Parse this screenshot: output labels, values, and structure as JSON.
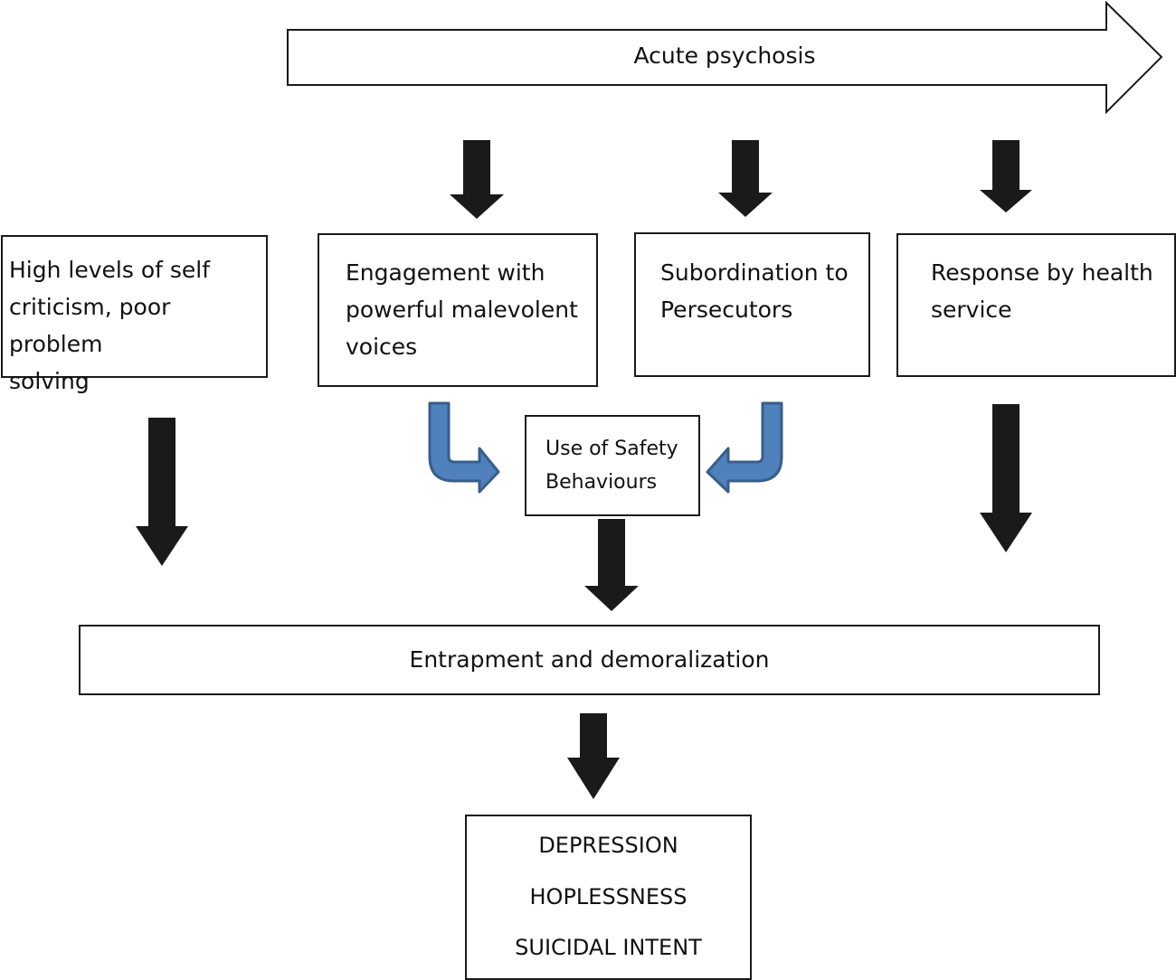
{
  "colors": {
    "stroke": "#1a1a1a",
    "arrow_fill": "#1a1a1a",
    "curved_arrow_fill": "#4f81bd",
    "curved_arrow_stroke": "#385d8a",
    "box_fill": "#ffffff"
  },
  "banner": {
    "label": "Acute psychosis"
  },
  "boxes": {
    "self_criticism": "High levels of self\ncriticism, poor problem\nsolving",
    "malevolent_voices": "Engagement with\npowerful malevolent\nvoices",
    "subordination": "Subordination to\nPersecutors",
    "health_service": "Response by health\nservice",
    "safety_behaviours": "Use of Safety\nBehaviours",
    "entrapment": "Entrapment and demoralization"
  },
  "outcome": {
    "lines": [
      "DEPRESSION",
      "HOPLESSNESS",
      "SUICIDAL INTENT"
    ]
  }
}
